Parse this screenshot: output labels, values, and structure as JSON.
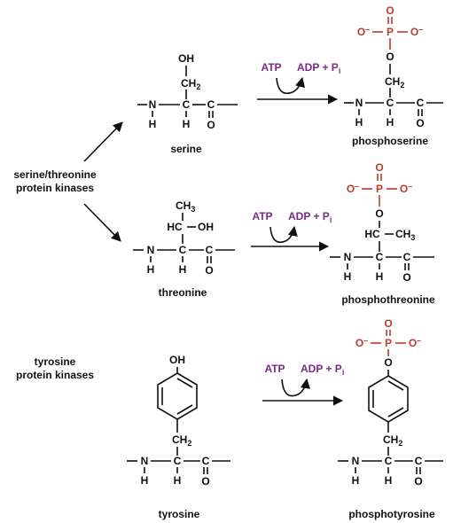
{
  "colors": {
    "black": "#111111",
    "phosphate": "#c0392b",
    "nucleotide": "#7b2a86"
  },
  "labels": {
    "ser_thr_kinases_line1": "serine/threonine",
    "ser_thr_kinases_line2": "protein kinases",
    "tyr_kinases_line1": "tyrosine",
    "tyr_kinases_line2": "protein kinases",
    "serine": "serine",
    "phosphoserine": "phosphoserine",
    "threonine": "threonine",
    "phosphothreonine": "phosphothreonine",
    "tyrosine": "tyrosine",
    "phosphotyrosine": "phosphotyrosine"
  },
  "reaction": {
    "atp": "ATP",
    "adp": "ADP + P",
    "adp_sub": "i"
  },
  "atoms": {
    "N": "N",
    "H": "H",
    "C": "C",
    "O": "O",
    "OH": "OH",
    "HC": "HC",
    "CH": "CH",
    "CH3_main": "CH",
    "sub2": "2",
    "sub3": "3",
    "P": "P",
    "O_minus": "O",
    "minus": "–"
  }
}
